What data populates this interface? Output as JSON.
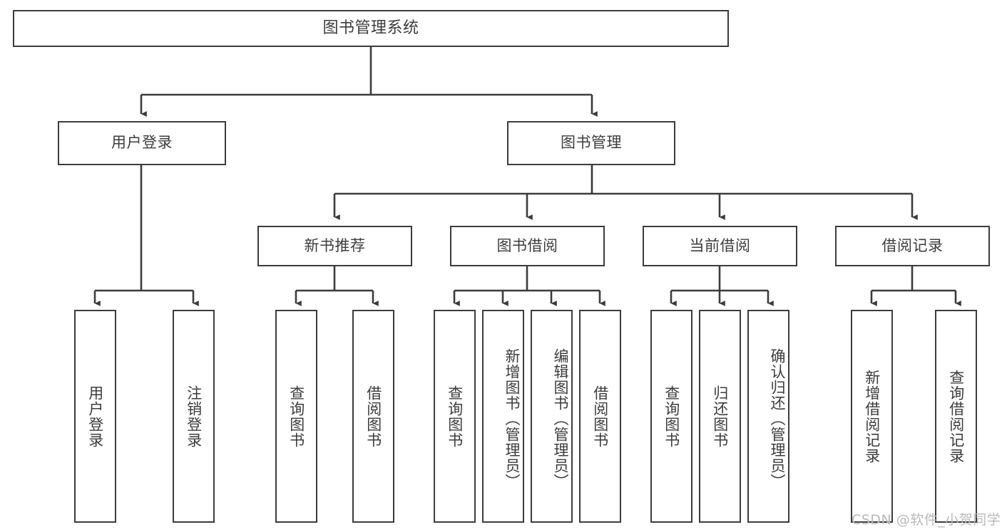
{
  "diagram": {
    "title": "图书管理系统",
    "type": "tree-hierarchy-chart",
    "colors": {
      "stroke": "#3c3c3c",
      "fill": "#ffffff",
      "text": "#3c3c3c",
      "watermark": "#b9b9b9",
      "background": "#ffffff"
    },
    "root": {
      "label": "图书管理系统"
    },
    "level2": [
      {
        "label": "用户登录"
      },
      {
        "label": "图书管理"
      }
    ],
    "level3": [
      {
        "label": "新书推荐"
      },
      {
        "label": "图书借阅"
      },
      {
        "label": "当前借阅"
      },
      {
        "label": "借阅记录"
      }
    ],
    "leaves": {
      "user_login": [
        {
          "label": "用户登录"
        },
        {
          "label": "注销登录"
        }
      ],
      "new_book_recommend": [
        {
          "label": "查询图书"
        },
        {
          "label": "借阅图书"
        }
      ],
      "book_borrow": [
        {
          "label": "查询图书"
        },
        {
          "label": "新增图书（管理员）"
        },
        {
          "label": "编辑图书（管理员）"
        },
        {
          "label": "借阅图书"
        }
      ],
      "current_borrow": [
        {
          "label": "查询图书"
        },
        {
          "label": "归还图书"
        },
        {
          "label": "确认归还（管理员）"
        }
      ],
      "borrow_records": [
        {
          "label": "新增借阅记录"
        },
        {
          "label": "查询借阅记录"
        }
      ]
    },
    "watermark": "CSDN @软件_小贺同学"
  }
}
